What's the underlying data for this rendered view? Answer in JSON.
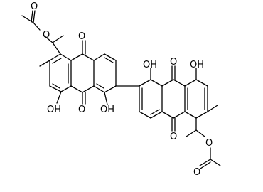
{
  "molecule": {
    "atom_labels": {
      "o_ester_top": "O",
      "o_carbonyl_ester_top": "O",
      "o_quinone_top_left": "O",
      "o_quinone_bottom_left": "O",
      "oh_left_bottom": "OH",
      "oh_left_peri": "OH",
      "oh_right_peri": "OH",
      "o_quinone_top_right": "O",
      "oh_right_top": "OH",
      "o_quinone_bottom_right": "O",
      "o_ester_bottom": "O",
      "o_carbonyl_ester_bottom": "O"
    }
  },
  "colors": {
    "bond": "#000000",
    "background": "#ffffff"
  }
}
